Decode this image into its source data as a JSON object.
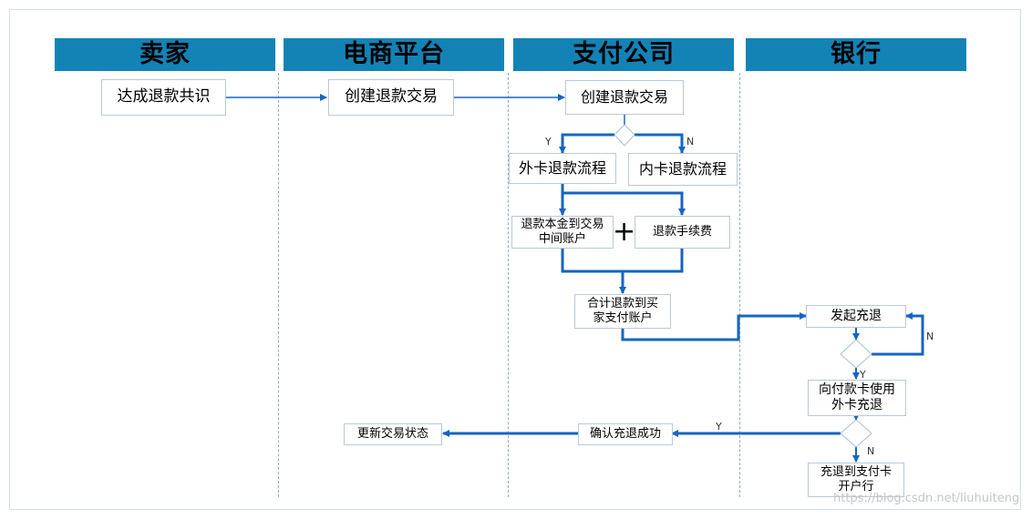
{
  "lanes": [
    {
      "name": "卖家"
    },
    {
      "name": "电商平台"
    },
    {
      "name": "支付公司"
    },
    {
      "name": "银行"
    }
  ],
  "nodes": {
    "seller_consensus": "达成退款共识",
    "platform_create": "创建退款交易",
    "pay_create": "创建退款交易",
    "outer_flow": "外卡退款流程",
    "inner_flow": "内卡退款流程",
    "principal": "退款本金到交易中间账户",
    "fee": "退款手续费",
    "plus": "+",
    "total": "合计退款到买家支付账户",
    "bank_initiate": "发起充退",
    "bank_issuer": "向付款卡使用外卡充退",
    "confirm": "确认充退成功",
    "update_status": "更新交易状态",
    "to_open_bank": "充退到支付卡开户行"
  },
  "edge_labels": {
    "yes1": "Y",
    "no1": "N",
    "no2": "N",
    "yes2": "Y",
    "yes3": "Y",
    "no3": "N"
  },
  "colors": {
    "header": "#1383b6",
    "arrow": "#1565c0"
  },
  "watermark": "https://blog.csdn.net/liuhuiteng"
}
